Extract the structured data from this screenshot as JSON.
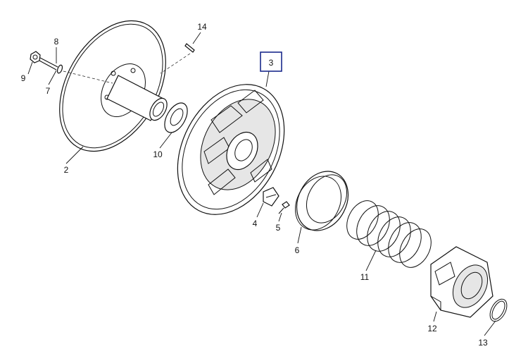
{
  "callouts": {
    "c2": "2",
    "c3": "3",
    "c4": "4",
    "c5": "5",
    "c6": "6",
    "c7": "7",
    "c8": "8",
    "c9": "9",
    "c10": "10",
    "c11": "11",
    "c12": "12",
    "c13": "13",
    "c14": "14"
  },
  "highlight_color": "#1a2a8c"
}
